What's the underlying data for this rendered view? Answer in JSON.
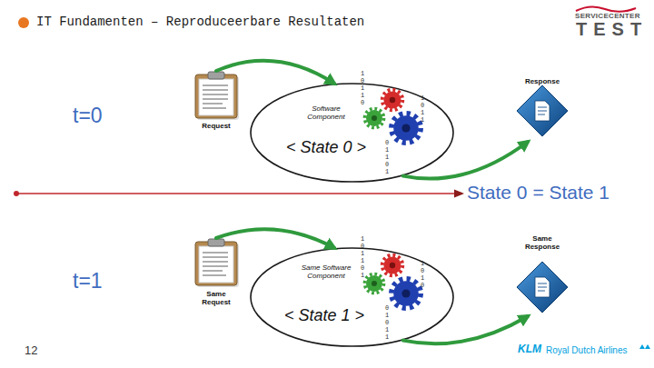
{
  "diagram": {
    "title": "IT Fundamenten – Reproduceerbare Resultaten",
    "nodes": [
      {
        "text": [
          "Request"
        ]
      },
      {
        "text": [
          "Software Component",
          "< State 0 >"
        ]
      },
      {
        "text": [
          "Response"
        ]
      },
      {
        "text": [
          "Same Request"
        ]
      },
      {
        "text": [
          "Same Software Component",
          "< State 1 >"
        ]
      },
      {
        "text": [
          "Same Response"
        ]
      }
    ],
    "edges": [
      {
        "from": 0,
        "to": 1,
        "arrow": "to"
      },
      {
        "from": 1,
        "to": 2,
        "arrow": "to"
      },
      {
        "from": 3,
        "to": 4,
        "arrow": "to"
      },
      {
        "from": 4,
        "to": 5,
        "arrow": "to"
      }
    ],
    "labels": [
      "t=0",
      "State 0 = State 1",
      "t=1",
      "12",
      "SERVICECENTER",
      "TEST",
      "KLM",
      "Royal Dutch Airlines",
      "1 0 1 1 0",
      "1 0 1 1",
      "0 1 1 0 1",
      "1 0 1 1 0 1",
      "1 0 1 0",
      "0 1 0 1 1"
    ]
  }
}
